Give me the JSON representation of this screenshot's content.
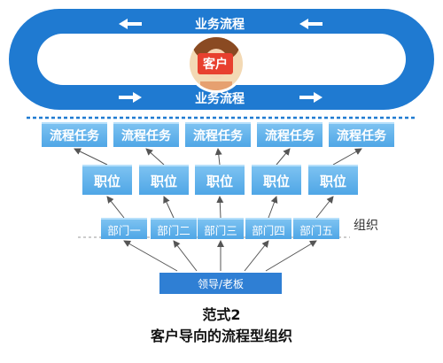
{
  "flow_top_label": "业务流程",
  "flow_bottom_label": "业务流程",
  "customer_label": "客户",
  "tasks": [
    "流程任务",
    "流程任务",
    "流程任务",
    "流程任务",
    "流程任务"
  ],
  "positions": [
    "职位",
    "职位",
    "职位",
    "职位",
    "职位"
  ],
  "departments": [
    "部门一",
    "部门二",
    "部门三",
    "部门四",
    "部门五"
  ],
  "org_label": "组织",
  "leader_label": "领导/老板",
  "caption_line1": "范式2",
  "caption_line2": "客户导向的流程型组织",
  "colors": {
    "ring": "#1f7ad1",
    "box": "#6bb7ee",
    "leader": "#2f7fd4",
    "arrow": "#666666"
  }
}
